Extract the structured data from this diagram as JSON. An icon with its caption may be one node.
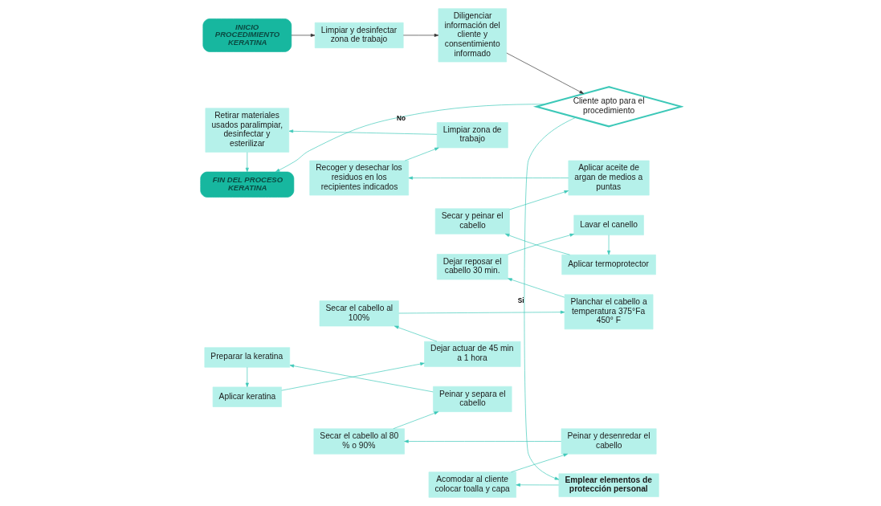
{
  "diagram": {
    "nodes": [
      {
        "text": [
          "INICIO PROCEDIMIENTO KERATINA"
        ]
      },
      {
        "text": [
          "Limpiar y desinfectar zona de trabajo"
        ]
      },
      {
        "text": [
          "Diligenciar información del cliente y consentimiento informado"
        ]
      },
      {
        "text": [
          "Cliente apto para el procedimiento"
        ]
      },
      {
        "text": [
          "Emplear elementos de protección personal"
        ]
      },
      {
        "text": [
          "Acomodar al cliente colocar toalla y capa"
        ]
      },
      {
        "text": [
          "Peinar y desenredar el cabello"
        ]
      },
      {
        "text": [
          "Secar el cabello al 80 % o 90%"
        ]
      },
      {
        "text": [
          "Peinar y separa el cabello"
        ]
      },
      {
        "text": [
          "Preparar la keratina"
        ]
      },
      {
        "text": [
          "Aplicar keratina"
        ]
      },
      {
        "text": [
          "Dejar actuar de 45 min a 1 hora"
        ]
      },
      {
        "text": [
          "Secar el cabello al 100%"
        ]
      },
      {
        "text": [
          "Planchar el cabello a temperatura 375°Fa 450° F"
        ]
      },
      {
        "text": [
          "Dejar reposar el cabello 30 min."
        ]
      },
      {
        "text": [
          "Lavar el canello"
        ]
      },
      {
        "text": [
          "Aplicar termoprotector"
        ]
      },
      {
        "text": [
          "Secar y peinar el cabello"
        ]
      },
      {
        "text": [
          "Aplicar aceite de argan de medios a puntas"
        ]
      },
      {
        "text": [
          "Recoger y desechar los residuos en los recipientes indicados"
        ]
      },
      {
        "text": [
          "Limpiar zona de trabajo"
        ]
      },
      {
        "text": [
          "Retirar materiales usados paralimpiar, desinfectar y esterilizar"
        ]
      },
      {
        "text": [
          "FIN DEL PROCESO KERATINA"
        ]
      }
    ],
    "edges": [
      {
        "from": 0,
        "to": 1,
        "arrow": "to",
        "color": "#333333"
      },
      {
        "from": 1,
        "to": 2,
        "arrow": "to",
        "color": "#333333"
      },
      {
        "from": 2,
        "to": 3,
        "arrow": "to",
        "color": "#333333"
      },
      {
        "from": 3,
        "to": 4,
        "arrow": "to",
        "label": "Si"
      },
      {
        "from": 4,
        "to": 5,
        "arrow": "to"
      },
      {
        "from": 5,
        "to": 6,
        "arrow": "to"
      },
      {
        "from": 6,
        "to": 7,
        "arrow": "to"
      },
      {
        "from": 7,
        "to": 8,
        "arrow": "to"
      },
      {
        "from": 8,
        "to": 9,
        "arrow": "to"
      },
      {
        "from": 9,
        "to": 10,
        "arrow": "to"
      },
      {
        "from": 10,
        "to": 11,
        "arrow": "to"
      },
      {
        "from": 11,
        "to": 12,
        "arrow": "to"
      },
      {
        "from": 12,
        "to": 13,
        "arrow": "to"
      },
      {
        "from": 13,
        "to": 14,
        "arrow": "to"
      },
      {
        "from": 14,
        "to": 15,
        "arrow": "to"
      },
      {
        "from": 15,
        "to": 16,
        "arrow": "to"
      },
      {
        "from": 16,
        "to": 17,
        "arrow": "to"
      },
      {
        "from": 17,
        "to": 18,
        "arrow": "to"
      },
      {
        "from": 18,
        "to": 19,
        "arrow": "to"
      },
      {
        "from": 19,
        "to": 20,
        "arrow": "to"
      },
      {
        "from": 20,
        "to": 21,
        "arrow": "to"
      },
      {
        "from": 21,
        "to": 22,
        "arrow": "to"
      },
      {
        "from": 3,
        "to": 22,
        "arrow": "to",
        "label": "No"
      }
    ]
  }
}
